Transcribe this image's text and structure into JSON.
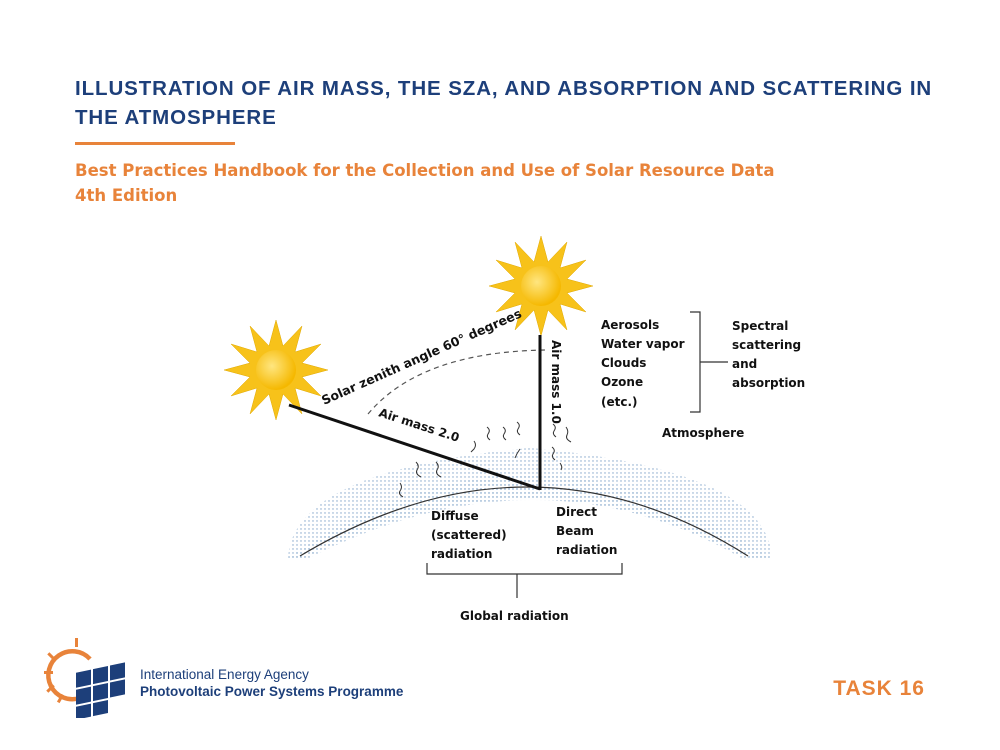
{
  "header": {
    "title": "ILLUSTRATION OF AIR MASS, THE SZA, AND ABSORPTION AND SCATTERING IN THE ATMOSPHERE",
    "subtitle_line1": "Best Practices Handbook for the Collection and Use of Solar Resource Data",
    "subtitle_line2": "4th Edition"
  },
  "diagram": {
    "zenith_angle_label": "Solar zenith angle 60° degrees",
    "air_mass_2_label": "Air mass 2.0",
    "air_mass_1_label": "Air mass 1.0",
    "constituents": [
      "Aerosols",
      "Water vapor",
      "Clouds",
      "Ozone",
      "(etc.)"
    ],
    "effects": [
      "Spectral",
      "scattering",
      "and",
      "absorption"
    ],
    "atmosphere_label": "Atmosphere",
    "diffuse_label": [
      "Diffuse",
      "(scattered)",
      "radiation"
    ],
    "direct_label": [
      "Direct",
      "Beam",
      "radiation"
    ],
    "global_label": "Global radiation"
  },
  "footer": {
    "org_name": "International Energy Agency",
    "programme_name": "Photovoltaic Power Systems Programme",
    "task_label": "TASK 16"
  },
  "colors": {
    "title_blue": "#1d3f7a",
    "accent_orange": "#e8833a",
    "sun_yellow": "#f7c21a"
  }
}
